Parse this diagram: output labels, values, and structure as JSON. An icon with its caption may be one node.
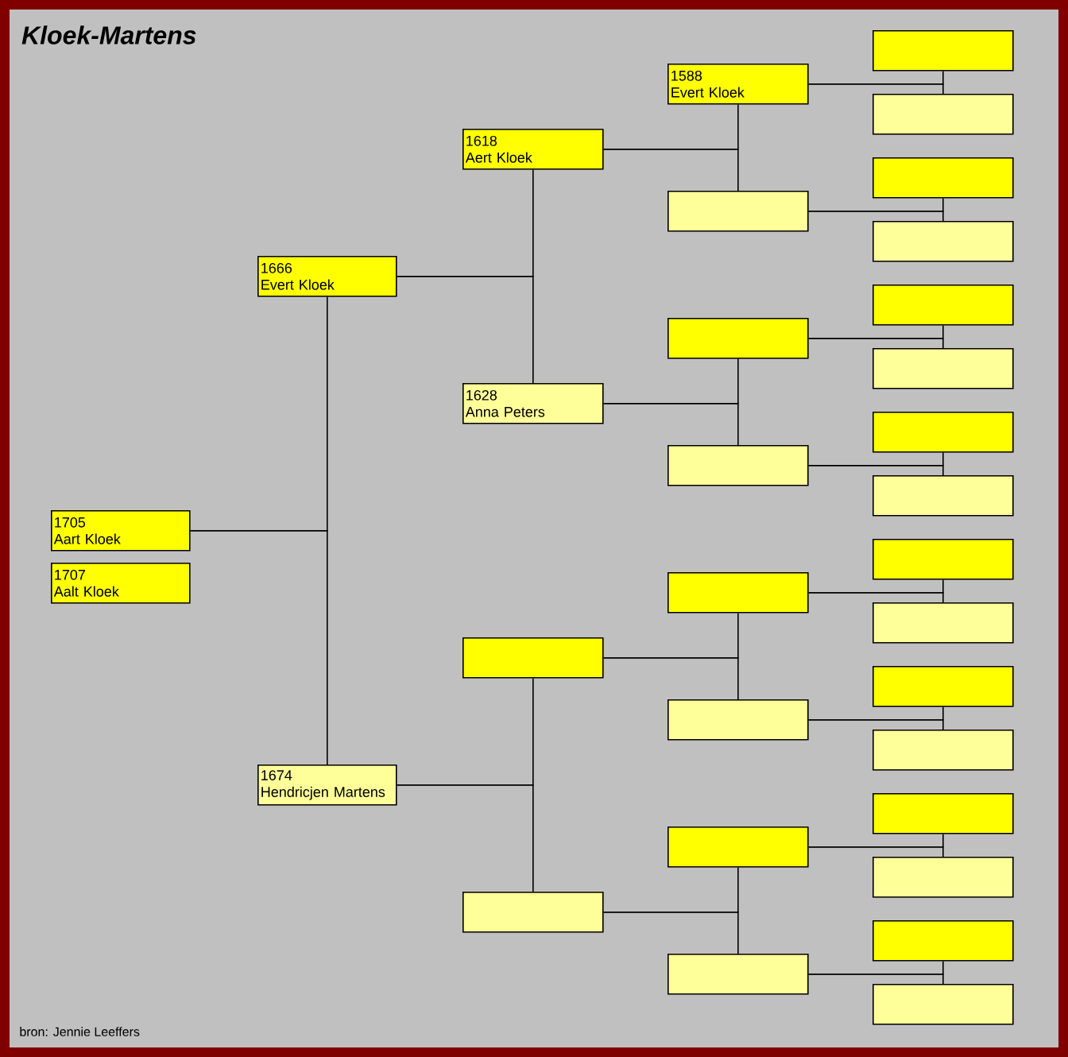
{
  "diagram": {
    "title": "Kloek-Martens",
    "nodes": [
      {
        "text": [
          "1705",
          "Aart Kloek"
        ]
      },
      {
        "text": [
          "1707",
          "Aalt Kloek"
        ]
      },
      {
        "text": [
          "1666",
          "Evert Kloek"
        ]
      },
      {
        "text": [
          "1674",
          "Hendricjen Martens"
        ]
      },
      {
        "text": [
          "1618",
          "Aert Kloek"
        ]
      },
      {
        "text": [
          "1628",
          "Anna Peters"
        ]
      },
      {
        "text": [],
        "shape": "box"
      },
      {
        "text": [],
        "shape": "box"
      },
      {
        "text": [
          "1588",
          "Evert Kloek"
        ]
      },
      {
        "text": [],
        "shape": "box"
      },
      {
        "text": [],
        "shape": "box"
      },
      {
        "text": [],
        "shape": "box"
      },
      {
        "text": [],
        "shape": "box"
      },
      {
        "text": [],
        "shape": "box"
      },
      {
        "text": [],
        "shape": "box"
      },
      {
        "text": [],
        "shape": "box"
      },
      {
        "text": [],
        "shape": "box"
      },
      {
        "text": [],
        "shape": "box"
      },
      {
        "text": [],
        "shape": "box"
      },
      {
        "text": [],
        "shape": "box"
      },
      {
        "text": [],
        "shape": "box"
      },
      {
        "text": [],
        "shape": "box"
      },
      {
        "text": [],
        "shape": "box"
      },
      {
        "text": [],
        "shape": "box"
      },
      {
        "text": [],
        "shape": "box"
      },
      {
        "text": [],
        "shape": "box"
      },
      {
        "text": [],
        "shape": "box"
      },
      {
        "text": [],
        "shape": "box"
      },
      {
        "text": [],
        "shape": "box"
      },
      {
        "text": [],
        "shape": "box"
      },
      {
        "text": [],
        "shape": "box"
      },
      {
        "text": [],
        "shape": "box"
      }
    ],
    "edges": [
      {
        "from": 0,
        "to": 2,
        "arrow": "none"
      },
      {
        "from": 0,
        "to": 3,
        "arrow": "none"
      },
      {
        "from": 2,
        "to": 4,
        "arrow": "none"
      },
      {
        "from": 2,
        "to": 5,
        "arrow": "none"
      },
      {
        "from": 3,
        "to": 6,
        "arrow": "none"
      },
      {
        "from": 3,
        "to": 7,
        "arrow": "none"
      },
      {
        "from": 4,
        "to": 8,
        "arrow": "none"
      },
      {
        "from": 4,
        "to": 9,
        "arrow": "none"
      },
      {
        "from": 5,
        "to": 10,
        "arrow": "none"
      },
      {
        "from": 5,
        "to": 11,
        "arrow": "none"
      },
      {
        "from": 6,
        "to": 12,
        "arrow": "none"
      },
      {
        "from": 6,
        "to": 13,
        "arrow": "none"
      },
      {
        "from": 7,
        "to": 14,
        "arrow": "none"
      },
      {
        "from": 7,
        "to": 15,
        "arrow": "none"
      },
      {
        "from": 8,
        "to": 16,
        "arrow": "none"
      },
      {
        "from": 8,
        "to": 17,
        "arrow": "none"
      },
      {
        "from": 9,
        "to": 18,
        "arrow": "none"
      },
      {
        "from": 9,
        "to": 19,
        "arrow": "none"
      },
      {
        "from": 10,
        "to": 20,
        "arrow": "none"
      },
      {
        "from": 10,
        "to": 21,
        "arrow": "none"
      },
      {
        "from": 11,
        "to": 22,
        "arrow": "none"
      },
      {
        "from": 11,
        "to": 23,
        "arrow": "none"
      },
      {
        "from": 12,
        "to": 24,
        "arrow": "none"
      },
      {
        "from": 12,
        "to": 25,
        "arrow": "none"
      },
      {
        "from": 13,
        "to": 26,
        "arrow": "none"
      },
      {
        "from": 13,
        "to": 27,
        "arrow": "none"
      },
      {
        "from": 14,
        "to": 28,
        "arrow": "none"
      },
      {
        "from": 14,
        "to": 29,
        "arrow": "none"
      },
      {
        "from": 15,
        "to": 30,
        "arrow": "none"
      },
      {
        "from": 15,
        "to": 31,
        "arrow": "none"
      }
    ],
    "labels": [
      "bron: Jennie Leeffers"
    ]
  }
}
